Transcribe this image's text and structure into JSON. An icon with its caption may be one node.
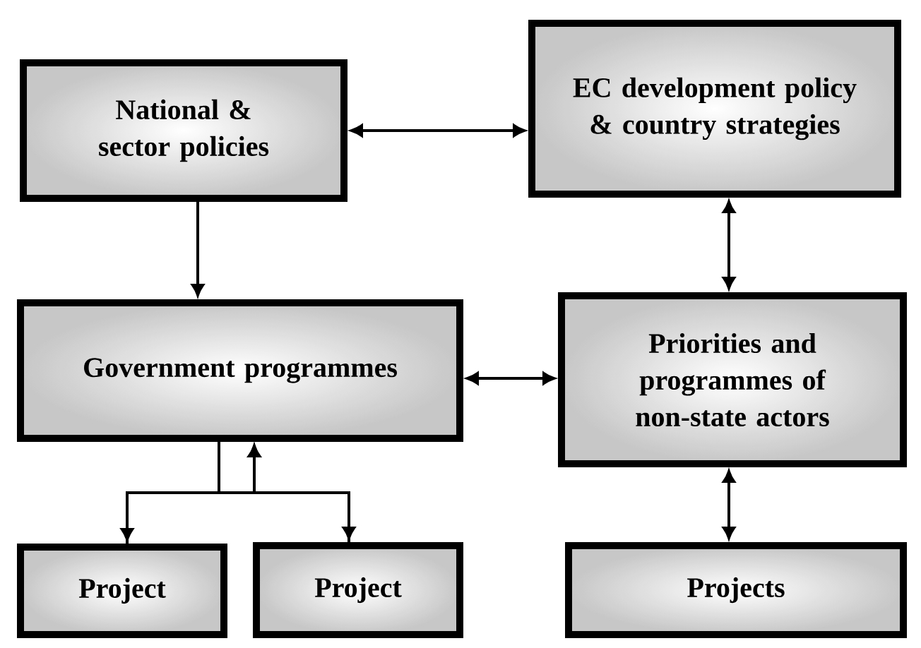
{
  "diagram": {
    "nodes": [
      {
        "text": [
          "National & sector policies"
        ]
      },
      {
        "text": [
          "EC development policy & country strategies"
        ]
      },
      {
        "text": [
          "Government programmes"
        ]
      },
      {
        "text": [
          "Priorities and programmes of non-state actors"
        ]
      },
      {
        "text": [
          "Project"
        ]
      },
      {
        "text": [
          "Project"
        ]
      },
      {
        "text": [
          "Projects"
        ]
      }
    ],
    "edges": [
      {
        "from": 0,
        "to": 1,
        "arrow": "both"
      },
      {
        "from": 0,
        "to": 2,
        "arrow": "to"
      },
      {
        "from": 1,
        "to": 3,
        "arrow": "both"
      },
      {
        "from": 2,
        "to": 3,
        "arrow": "both"
      },
      {
        "from": 2,
        "to": 4,
        "arrow": "to"
      },
      {
        "from": 2,
        "to": 5,
        "arrow": "to"
      },
      {
        "from": 4,
        "to": 2,
        "arrow": "to"
      },
      {
        "from": 5,
        "to": 2,
        "arrow": "to"
      },
      {
        "from": 3,
        "to": 6,
        "arrow": "both"
      }
    ]
  }
}
